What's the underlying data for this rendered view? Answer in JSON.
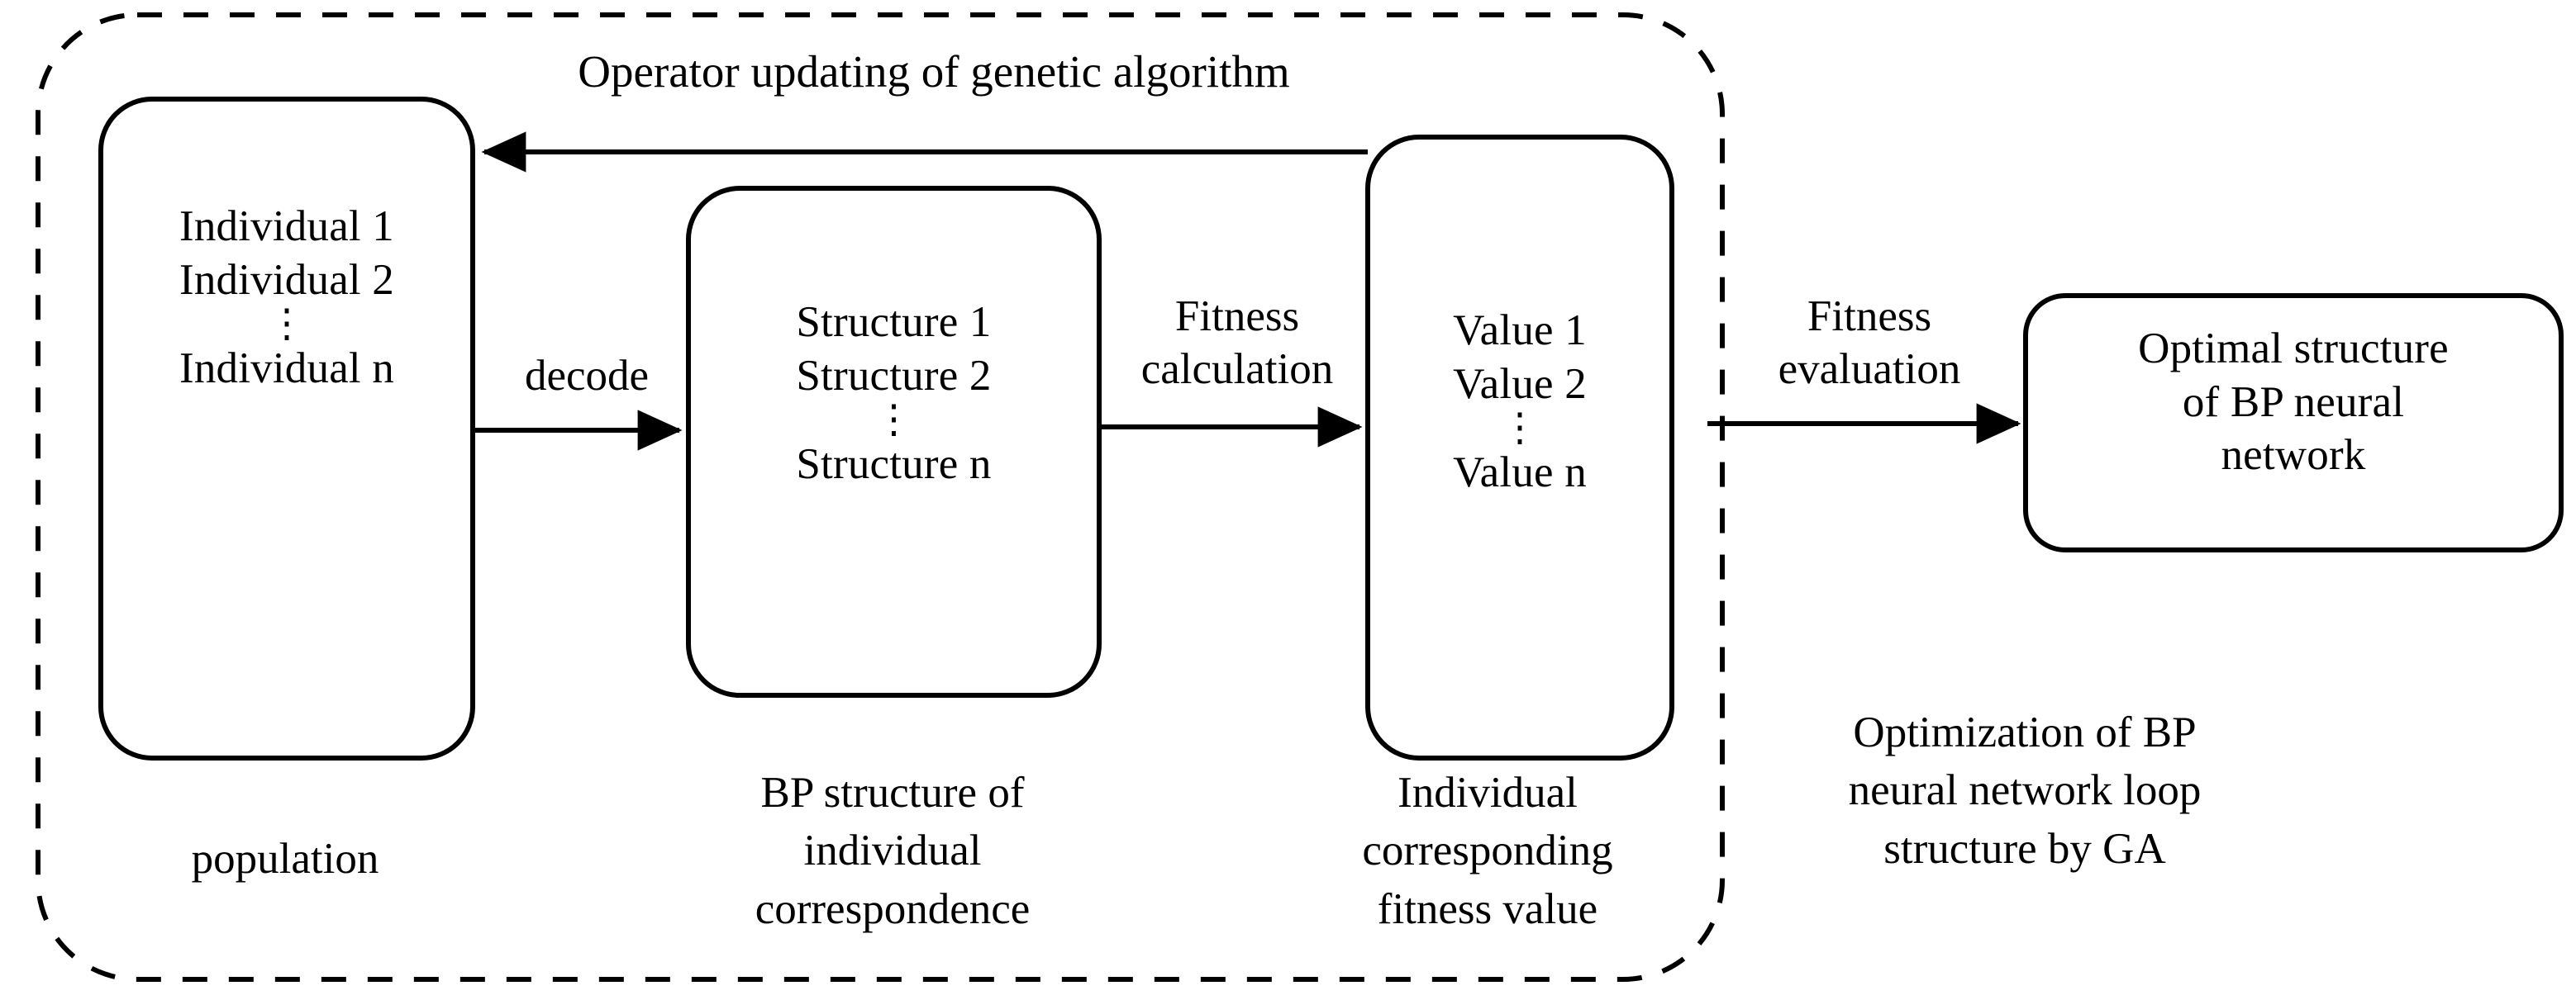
{
  "diagram": {
    "title_over_loop": "Operator updating of genetic algorithm",
    "nodes": {
      "population_box": {
        "lines": [
          "Individual 1",
          "Individual 2",
          "⋮",
          "Individual n"
        ],
        "caption": "population"
      },
      "structure_box": {
        "lines": [
          "Structure 1",
          "Structure 2",
          "⋮",
          "Structure n"
        ],
        "caption_lines": [
          "BP structure of",
          "individual",
          "correspondence"
        ]
      },
      "value_box": {
        "lines": [
          "Value 1",
          "Value 2",
          "⋮",
          "Value n"
        ],
        "caption_lines": [
          "Individual",
          "corresponding",
          "fitness value"
        ]
      },
      "optimal_box": {
        "lines": [
          "Optimal structure",
          "of BP neural",
          "network"
        ]
      }
    },
    "edges": {
      "decode": "decode",
      "fitness_calculation": [
        "Fitness",
        "calculation"
      ],
      "fitness_evaluation": [
        "Fitness",
        "evaluation"
      ]
    },
    "dashed_region_caption": [
      "Optimization of BP",
      "neural network loop",
      "structure by GA"
    ],
    "colors": {
      "stroke": "#000000",
      "background": "#ffffff"
    }
  }
}
